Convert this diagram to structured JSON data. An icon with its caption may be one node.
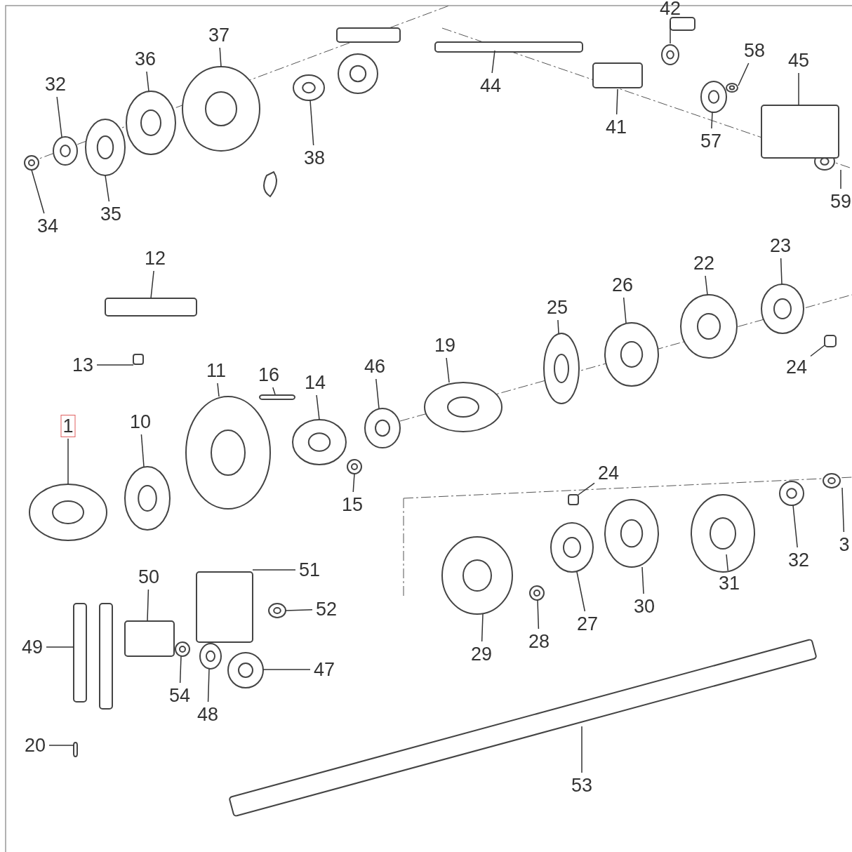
{
  "diagram": {
    "nodes": [
      {
        "text": [
          "42"
        ]
      },
      {
        "text": [
          "37"
        ]
      },
      {
        "text": [
          "58"
        ]
      },
      {
        "text": [
          "45"
        ]
      },
      {
        "text": [
          "36"
        ]
      },
      {
        "text": [
          "32"
        ]
      },
      {
        "text": [
          "44"
        ]
      },
      {
        "text": [
          "41"
        ]
      },
      {
        "text": [
          "57"
        ]
      },
      {
        "text": [
          "38"
        ]
      },
      {
        "text": [
          "59"
        ]
      },
      {
        "text": [
          "35"
        ]
      },
      {
        "text": [
          "34"
        ]
      },
      {
        "text": [
          "23"
        ]
      },
      {
        "text": [
          "12"
        ]
      },
      {
        "text": [
          "22"
        ]
      },
      {
        "text": [
          "26"
        ]
      },
      {
        "text": [
          "25"
        ]
      },
      {
        "text": [
          "19"
        ]
      },
      {
        "text": [
          "13"
        ]
      },
      {
        "text": [
          "24"
        ]
      },
      {
        "text": [
          "46"
        ]
      },
      {
        "text": [
          "11"
        ]
      },
      {
        "text": [
          "16"
        ]
      },
      {
        "text": [
          "14"
        ]
      },
      {
        "text": [
          "1"
        ]
      },
      {
        "text": [
          "10"
        ]
      },
      {
        "text": [
          "24"
        ]
      },
      {
        "text": [
          "15"
        ]
      },
      {
        "text": [
          "3"
        ]
      },
      {
        "text": [
          "32"
        ]
      },
      {
        "text": [
          "51"
        ]
      },
      {
        "text": [
          "50"
        ]
      },
      {
        "text": [
          "31"
        ]
      },
      {
        "text": [
          "30"
        ]
      },
      {
        "text": [
          "52"
        ]
      },
      {
        "text": [
          "27"
        ]
      },
      {
        "text": [
          "28"
        ]
      },
      {
        "text": [
          "49"
        ]
      },
      {
        "text": [
          "29"
        ]
      },
      {
        "text": [
          "47"
        ]
      },
      {
        "text": [
          "54"
        ]
      },
      {
        "text": [
          "48"
        ]
      },
      {
        "text": [
          "20"
        ]
      },
      {
        "text": [
          "53"
        ]
      }
    ],
    "edges": [
      {
        "from": 0,
        "to": null,
        "arrow": "none"
      },
      {
        "from": 1,
        "to": null,
        "arrow": "none"
      },
      {
        "from": 2,
        "to": null,
        "arrow": "none"
      },
      {
        "from": 3,
        "to": null,
        "arrow": "none"
      },
      {
        "from": 4,
        "to": null,
        "arrow": "none"
      },
      {
        "from": 5,
        "to": null,
        "arrow": "none"
      },
      {
        "from": 6,
        "to": null,
        "arrow": "none"
      },
      {
        "from": 7,
        "to": null,
        "arrow": "none"
      },
      {
        "from": 8,
        "to": null,
        "arrow": "none"
      },
      {
        "from": 9,
        "to": null,
        "arrow": "none"
      },
      {
        "from": 10,
        "to": null,
        "arrow": "none"
      },
      {
        "from": 11,
        "to": null,
        "arrow": "none"
      },
      {
        "from": 12,
        "to": null,
        "arrow": "none"
      },
      {
        "from": 13,
        "to": null,
        "arrow": "none"
      },
      {
        "from": 14,
        "to": null,
        "arrow": "none"
      },
      {
        "from": 15,
        "to": null,
        "arrow": "none"
      },
      {
        "from": 16,
        "to": null,
        "arrow": "none"
      },
      {
        "from": 17,
        "to": null,
        "arrow": "none"
      },
      {
        "from": 18,
        "to": null,
        "arrow": "none"
      },
      {
        "from": 19,
        "to": null,
        "arrow": "none"
      },
      {
        "from": 20,
        "to": null,
        "arrow": "none"
      },
      {
        "from": 21,
        "to": null,
        "arrow": "none"
      },
      {
        "from": 22,
        "to": null,
        "arrow": "none"
      },
      {
        "from": 23,
        "to": null,
        "arrow": "none"
      },
      {
        "from": 24,
        "to": null,
        "arrow": "none"
      },
      {
        "from": 25,
        "to": null,
        "arrow": "none"
      },
      {
        "from": 26,
        "to": null,
        "arrow": "none"
      },
      {
        "from": 27,
        "to": null,
        "arrow": "none"
      },
      {
        "from": 28,
        "to": null,
        "arrow": "none"
      },
      {
        "from": 29,
        "to": null,
        "arrow": "none"
      },
      {
        "from": 30,
        "to": null,
        "arrow": "none"
      },
      {
        "from": 31,
        "to": null,
        "arrow": "none"
      },
      {
        "from": 32,
        "to": null,
        "arrow": "none"
      },
      {
        "from": 33,
        "to": null,
        "arrow": "none"
      },
      {
        "from": 34,
        "to": null,
        "arrow": "none"
      },
      {
        "from": 35,
        "to": null,
        "arrow": "none"
      },
      {
        "from": 36,
        "to": null,
        "arrow": "none"
      },
      {
        "from": 37,
        "to": null,
        "arrow": "none"
      },
      {
        "from": 38,
        "to": null,
        "arrow": "none"
      },
      {
        "from": 39,
        "to": null,
        "arrow": "none"
      },
      {
        "from": 40,
        "to": null,
        "arrow": "none"
      },
      {
        "from": 41,
        "to": null,
        "arrow": "none"
      },
      {
        "from": 42,
        "to": null,
        "arrow": "none"
      },
      {
        "from": 43,
        "to": null,
        "arrow": "none"
      },
      {
        "from": 44,
        "to": null,
        "arrow": "none"
      }
    ]
  }
}
